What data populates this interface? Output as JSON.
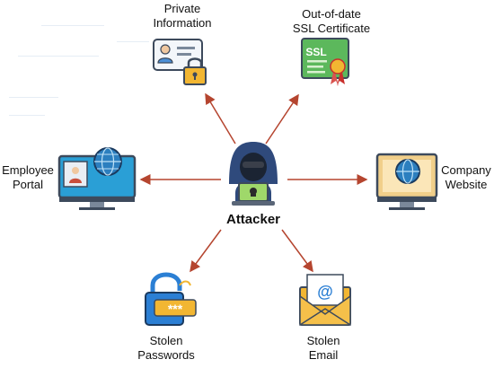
{
  "nodes": {
    "center": {
      "label": "Attacker"
    },
    "private_info": {
      "line1": "Private",
      "line2": "Information"
    },
    "ssl": {
      "line1": "Out-of-date",
      "line2": "SSL Certificate"
    },
    "employee_portal": {
      "line1": "Employee",
      "line2": "Portal"
    },
    "company_website": {
      "line1": "Company",
      "line2": "Website"
    },
    "stolen_passwords": {
      "line1": "Stolen",
      "line2": "Passwords"
    },
    "stolen_email": {
      "line1": "Stolen",
      "line2": "Email"
    }
  },
  "icons": {
    "attacker": "hacker-icon",
    "private_info": "id-card-lock-icon",
    "ssl": "ssl-certificate-icon",
    "employee_portal": "monitor-user-globe-icon",
    "company_website": "monitor-globe-icon",
    "stolen_passwords": "padlock-password-icon",
    "stolen_email": "envelope-at-icon"
  },
  "ssl_badge_text": "SSL",
  "password_mask_text": "***",
  "email_symbol": "@",
  "colors": {
    "arrow": "#b5452f",
    "hood": "#2f4a7c",
    "monitor_frame": "#3d4a5c",
    "screen": "#2a9fd6",
    "globe": "#1f6fa8",
    "ssl_green": "#5cb85c",
    "lock_yellow": "#f2b632",
    "lock_blue": "#2b7fd4",
    "envelope": "#f2b632"
  }
}
